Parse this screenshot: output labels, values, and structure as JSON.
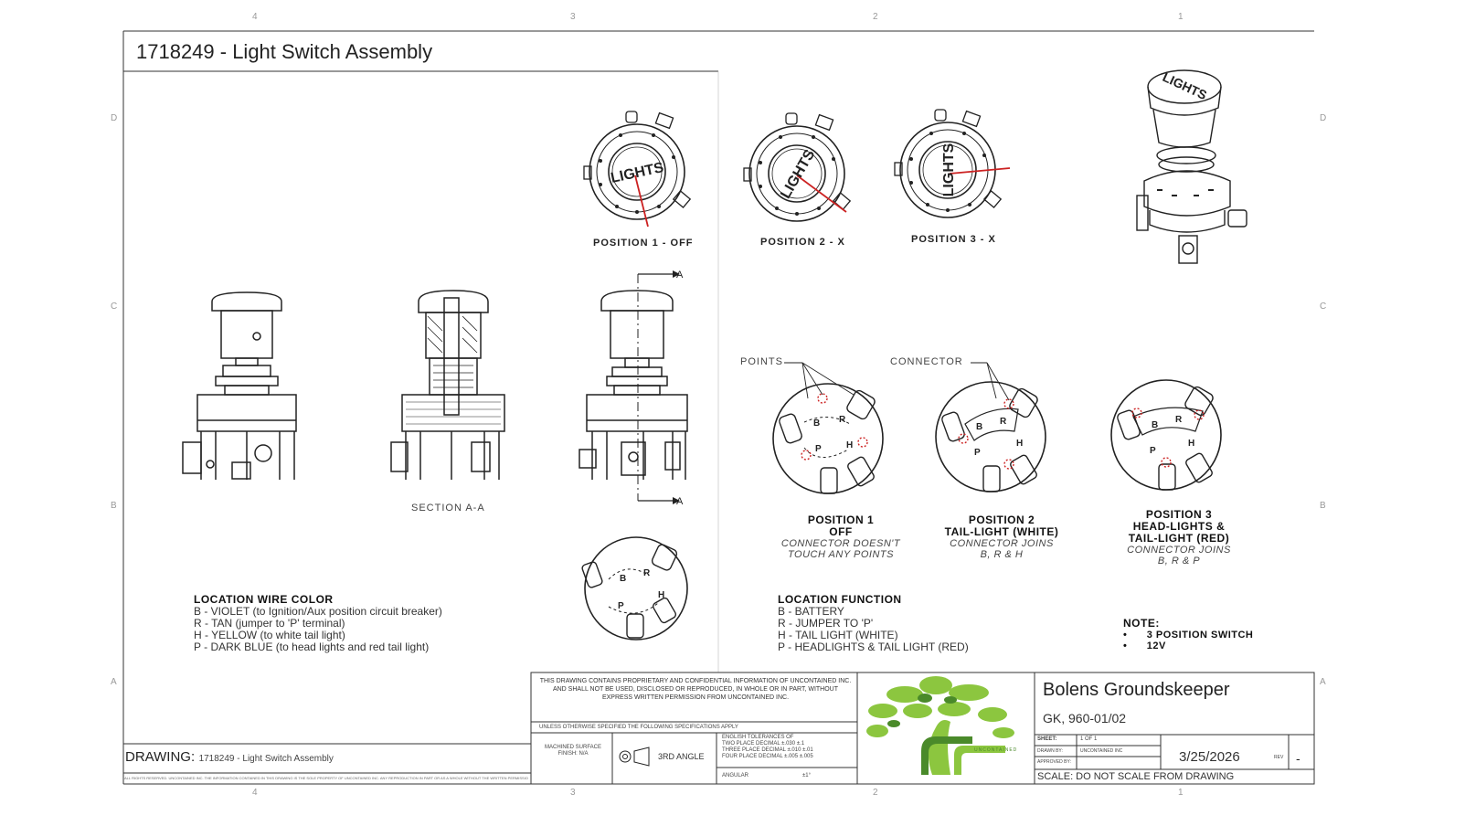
{
  "title": "1718249 - Light Switch Assembly",
  "zones": {
    "top": [
      "4",
      "3",
      "2",
      "1"
    ],
    "bottom": [
      "4",
      "3",
      "2",
      "1"
    ],
    "left": [
      "D",
      "C",
      "B",
      "A"
    ],
    "right": [
      "D",
      "C",
      "B",
      "A"
    ]
  },
  "positions_front": [
    {
      "label": "POSITION 1 - OFF",
      "cap": "LIGHTS"
    },
    {
      "label": "POSITION 2 - X",
      "cap": "LIGHTS"
    },
    {
      "label": "POSITION 3 - X",
      "cap": "LIGHTS"
    }
  ],
  "iso_cap": "LIGHTS",
  "section_label": "SECTION A-A",
  "section_marker": "A",
  "callouts": {
    "points": "POINTS",
    "connector": "CONNECTOR"
  },
  "terminals": [
    "B",
    "R",
    "P",
    "H"
  ],
  "positions_back": [
    {
      "title": [
        "POSITION 1",
        "OFF"
      ],
      "desc": [
        "CONNECTOR DOESN'T",
        "TOUCH ANY POINTS"
      ]
    },
    {
      "title": [
        "POSITION 2",
        "TAIL-LIGHT (WHITE)"
      ],
      "desc": [
        "CONNECTOR JOINS",
        "B, R & H"
      ]
    },
    {
      "title": [
        "POSITION 3",
        "HEAD-LIGHTS &",
        "TAIL-LIGHT (RED)"
      ],
      "desc": [
        "CONNECTOR JOINS",
        "B, R & P"
      ]
    }
  ],
  "wire_color": {
    "heading": "LOCATION WIRE COLOR",
    "lines": [
      "B - VIOLET (to Ignition/Aux position circuit breaker)",
      "R - TAN (jumper to 'P' terminal)",
      "H - YELLOW (to white tail light)",
      "P - DARK BLUE (to head lights and red tail light)"
    ]
  },
  "function": {
    "heading": "LOCATION FUNCTION",
    "lines": [
      "B - BATTERY",
      "R - JUMPER TO 'P'",
      "H - TAIL LIGHT (WHITE)",
      "P - HEADLIGHTS & TAIL LIGHT (RED)"
    ]
  },
  "note": {
    "heading": "NOTE:",
    "items": [
      "3 POSITION SWITCH",
      "12V"
    ]
  },
  "title_block": {
    "disclaimer": "THIS DRAWING CONTAINS PROPRIETARY AND CONFIDENTIAL INFORMATION OF UNCONTAINED INC. AND SHALL NOT BE USED, DISCLOSED OR REPRODUCED, IN WHOLE OR IN PART, WITHOUT EXPRESS WRITTEN PERMISSION FROM UNCONTAINED INC.",
    "spec_row": "UNLESS OTHERWISE SPECIFIED THE FOLLOWING SPECIFICATIONS APPLY",
    "surface": "MACHINED SURFACE FINISH: N/A",
    "projection": "3RD ANGLE",
    "tolerances": [
      "ENGLISH TOLERANCES OF",
      "TWO PLACE DECIMAL  ±.030  ±.1",
      "THREE PLACE DECIMAL  ±.010  ±.01",
      "FOUR PLACE DECIMAL  ±.005  ±.005"
    ],
    "angular_label": "ANGULAR",
    "angular_value": "±1°",
    "drawing_label": "DRAWING:",
    "drawing_value": "1718249 - Light Switch Assembly",
    "footer_fine": "ALL RIGHTS RESERVED. UNCONTAINED INC. THE INFORMATION CONTAINED IN THIS DRAWING IS THE SOLE PROPERTY OF UNCONTAINED INC. ANY REPRODUCTION IN PART OR AS A WHOLE WITHOUT THE WRITTEN PERMISSION OF UNCONTAINED INC. IS PROHIBITED.",
    "logo_text": "UNCONTAINED",
    "product_name": "Bolens Groundskeeper",
    "model": "GK, 960-01/02",
    "sheet_label": "SHEET:",
    "sheet_value": "1 OF 1",
    "drawn_label": "DRAWN BY:",
    "drawn_value": "UNCONTAINED INC",
    "approved_label": "APPROVED BY:",
    "date": "3/25/2026",
    "rev_label": "REV",
    "rev_value": "-",
    "scale": "SCALE: DO NOT SCALE FROM DRAWING"
  },
  "colors": {
    "line": "#222222",
    "callout_red": "#cc2222",
    "logo_green": "#8cc63f",
    "logo_dark_green": "#4a8a2a"
  }
}
